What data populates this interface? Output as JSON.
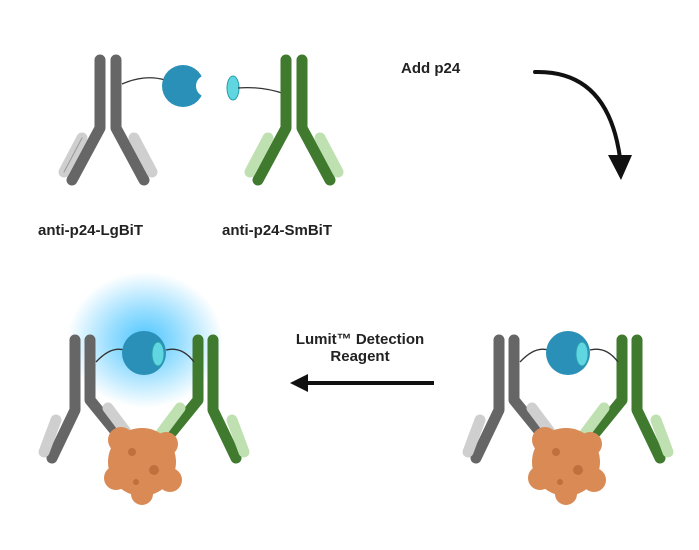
{
  "labels": {
    "lgbit": "anti-p24-LgBiT",
    "smbit": "anti-p24-SmBiT",
    "step1": "Add p24",
    "step2_line1": "Lumit™ Detection",
    "step2_line2": "Reagent"
  },
  "colors": {
    "lgbit_antibody": "#666666",
    "lgbit_light_chain": "#cfcfcf",
    "smbit_antibody": "#3f7a2f",
    "smbit_light_chain": "#bfe0b0",
    "lgbit_subunit": "#2a90b8",
    "smbit_subunit": "#5fd6e0",
    "p24_antigen": "#d98a55",
    "glow": "#45c3ff",
    "arrow": "#111111"
  }
}
